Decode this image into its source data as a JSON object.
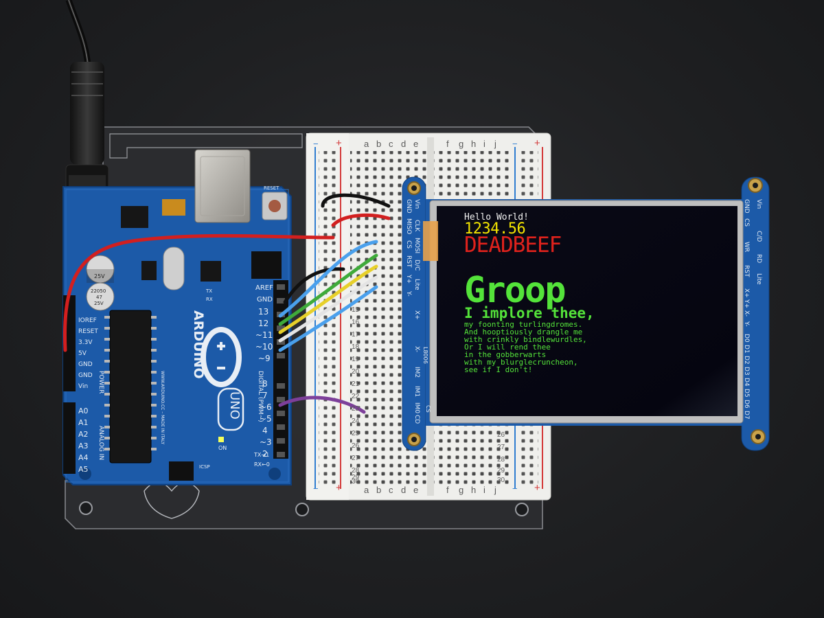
{
  "lcd": {
    "line1": "Hello World!",
    "line2": "1234.56",
    "line3": "DEADBEEF",
    "line4": "Groop",
    "line5": "I implore thee,",
    "small": [
      "my foonting turlingdromes.",
      "And hooptiously drangle me",
      "with crinkly bindlewurdles,",
      "Or I will rend thee",
      "in the gobberwarts",
      "with my blurglecruncheon,",
      "see if I don't!"
    ]
  },
  "board": {
    "brand": "ARDUINO",
    "model": "UNO",
    "reset_label": "RESET",
    "aref": "AREF",
    "gnd": "GND",
    "digital": "DIGITAL (PWM~)",
    "power": "POWER",
    "analog": "ANALOG IN",
    "on": "ON",
    "tx": "TX",
    "rx": "RX",
    "tx_arrow": "TX→1",
    "rx_arrow": "RX←0",
    "url": "WWW.ARDUINO.CC – MADE IN ITALY",
    "icsp": "ICSP",
    "cap1": "25V",
    "cap2_a": "22050",
    "cap2_b": "47",
    "cap2_c": "25V",
    "power_pins": [
      "IOREF",
      "RESET",
      "3.3V",
      "5V",
      "GND",
      "GND",
      "Vin"
    ],
    "analog_pins": [
      "A0",
      "A1",
      "A2",
      "A3",
      "A4",
      "A5"
    ],
    "digital_pins": [
      "13",
      "12",
      "~11",
      "~10",
      "~9",
      "8",
      "7",
      "~6",
      "~5",
      "4",
      "~3",
      "2"
    ]
  },
  "breadboard": {
    "cols_left": [
      "a",
      "b",
      "c",
      "d",
      "e"
    ],
    "cols_right": [
      "f",
      "g",
      "h",
      "i",
      "j"
    ],
    "row_numbers_left": [
      "15",
      "16",
      "17",
      "18",
      "19",
      "20",
      "21",
      "22",
      "23",
      "24",
      "25",
      "26",
      "27",
      "28",
      "29",
      "30"
    ],
    "row_numbers_right": [
      "26",
      "27",
      "28",
      "29",
      "30"
    ],
    "plus": "+",
    "minus": "−"
  },
  "display_board": {
    "left_pins": [
      "Vin",
      "GND",
      "CLK",
      "MISO",
      "MOSI",
      "CS",
      "D/C",
      "RST",
      "Lite",
      "Y+",
      "X+",
      "Y-",
      "X-",
      "IM2",
      "IM1",
      "IM0",
      "CD"
    ],
    "right_pins": [
      "Vin",
      "GND",
      "CS",
      "C/D",
      "WR",
      "RD",
      "RST",
      "Lite",
      "X+",
      "Y+",
      "X-",
      "Y-",
      "D0",
      "D1",
      "D2",
      "D3",
      "D4",
      "D5",
      "D6",
      "D7"
    ],
    "side_mark": "L8006",
    "cs": "CS"
  },
  "colors": {
    "background": "#1e1f21",
    "arduino_blue": "#1c5aa8",
    "lcd_black": "#03030c",
    "text_green": "#54e33a",
    "text_yellow": "#f2e300",
    "text_red": "#e0221c"
  }
}
